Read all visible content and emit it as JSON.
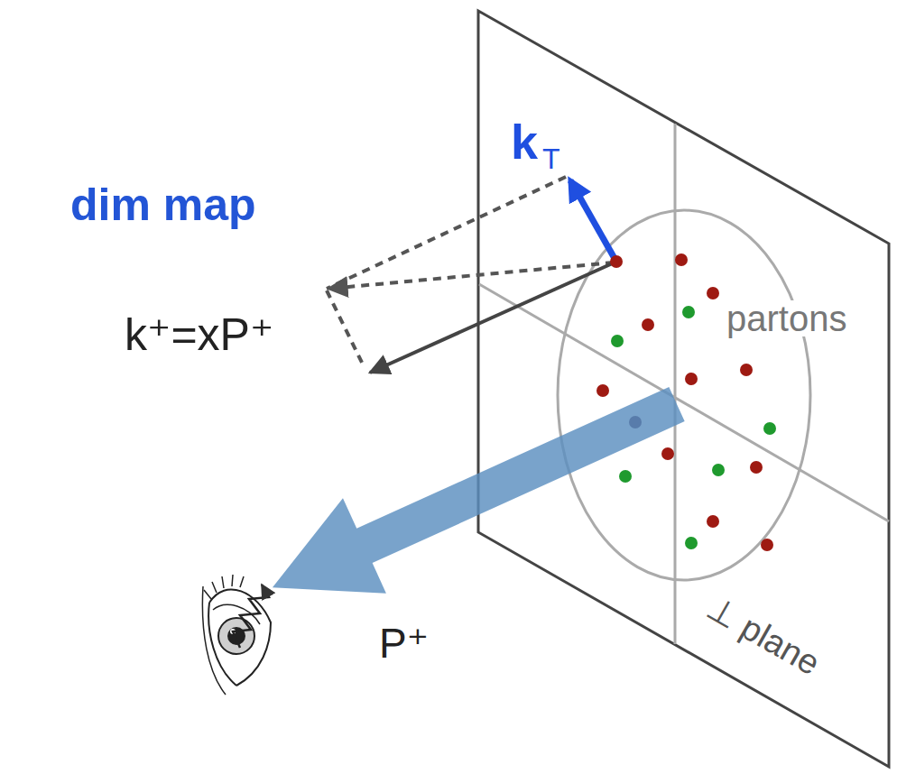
{
  "diagram": {
    "nodes": [
      {
        "text": [
          "⊥ plane"
        ]
      },
      {
        "text": [
          "partons"
        ],
        "in": 0
      }
    ],
    "labels": [
      "dim map",
      "k",
      "T",
      "k⁺=xP⁺",
      "P⁺"
    ]
  }
}
